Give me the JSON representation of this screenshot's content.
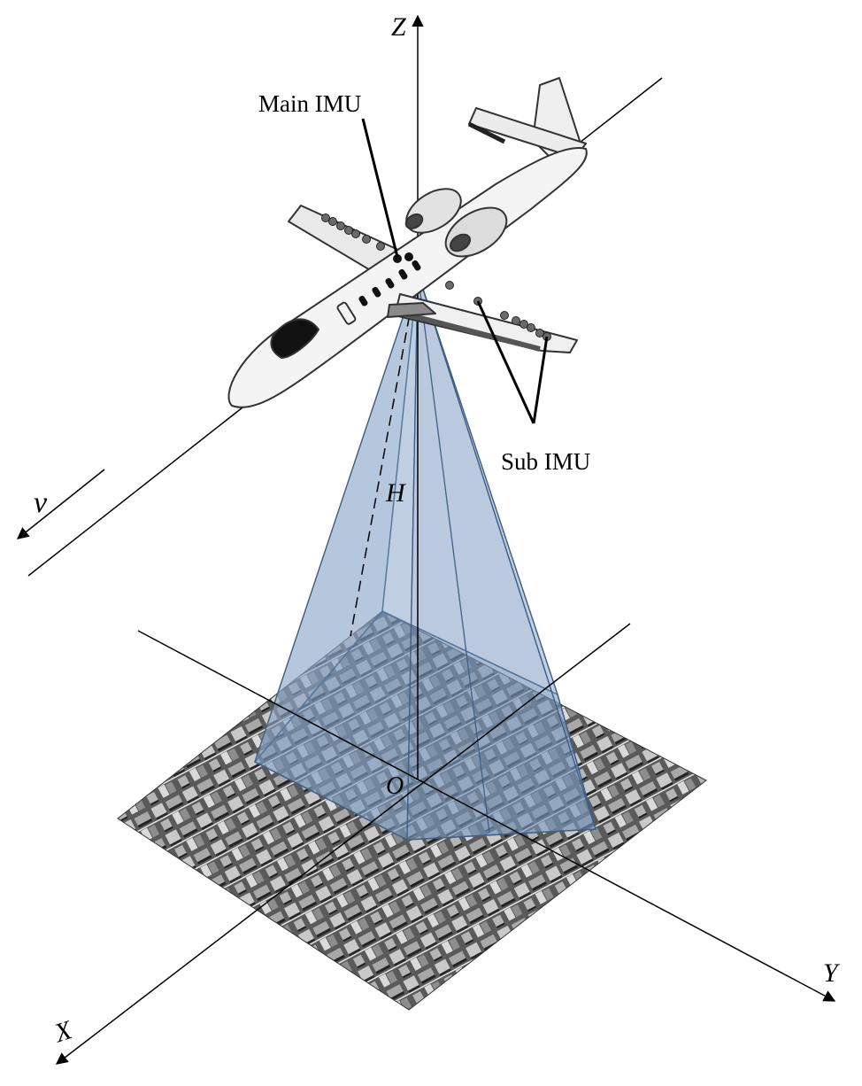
{
  "labels": {
    "z_axis": "Z",
    "x_axis": "X",
    "y_axis": "Y",
    "origin": "O",
    "velocity": "v",
    "height": "H",
    "main_imu": "Main IMU",
    "sub_imu": "Sub IMU"
  },
  "colors": {
    "axis": "#000000",
    "frustum_fill": "#7f9dc2",
    "frustum_edge": "#3f5f86",
    "ground_dark": "#2a2a2a",
    "ground_light": "#c8c8c8",
    "plane_body": "#f4f4f4",
    "plane_outline": "#333333",
    "imu_dot": "#6a6a6a"
  },
  "icons": {
    "aircraft": "business-jet-icon",
    "ground": "aerial-city-image",
    "imu": "imu-node-icon"
  }
}
